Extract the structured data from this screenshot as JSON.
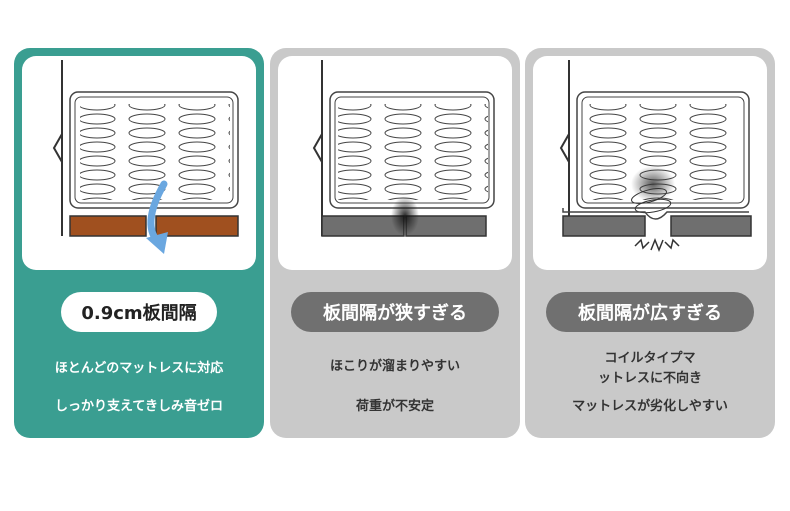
{
  "cards": [
    {
      "title": "0.9cm板間隔",
      "lines": [
        "ほとんどのマットレスに対応",
        "しっかり支えてきしみ音ゼロ"
      ],
      "accent": "#3a9e91"
    },
    {
      "title": "板間隔が狭すぎる",
      "lines": [
        "ほこりが溜まりやすい",
        "荷重が不安定"
      ],
      "accent": "#c9c9c9"
    },
    {
      "title": "板間隔が広すぎる",
      "lines": [
        "コイルタイプマ",
        "ットレスに不向き",
        "マットレスが劣化しやすい"
      ],
      "accent": "#c9c9c9"
    }
  ],
  "icons": [
    "mattress-illustration",
    "slat-gap-illustration",
    "arrow-down-icon",
    "dust-icon",
    "creak-icon"
  ]
}
